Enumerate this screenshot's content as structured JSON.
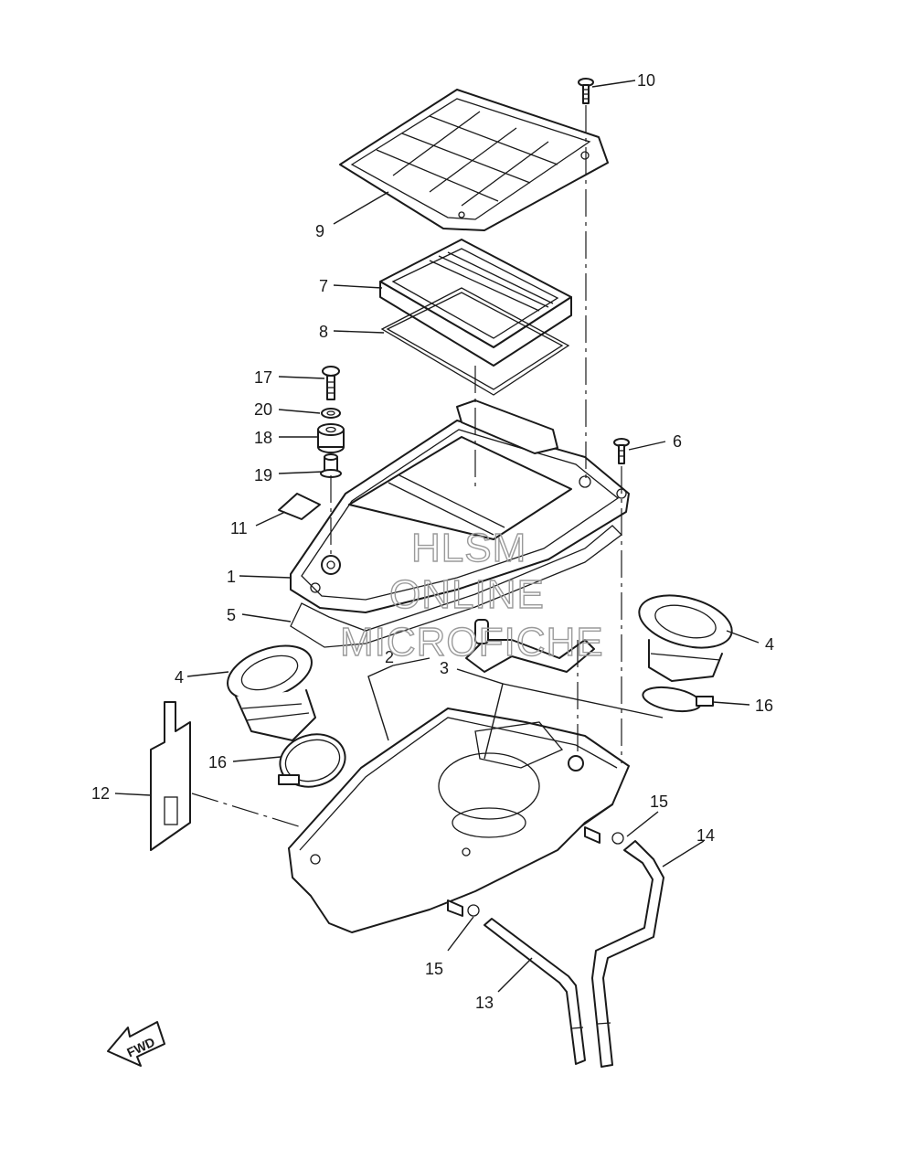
{
  "callouts": {
    "c1": "1",
    "c2": "2",
    "c3": "3",
    "c4a": "4",
    "c4b": "4",
    "c5": "5",
    "c6": "6",
    "c7": "7",
    "c8": "8",
    "c9": "9",
    "c10": "10",
    "c11": "11",
    "c12": "12",
    "c13": "13",
    "c14": "14",
    "c15a": "15",
    "c15b": "15",
    "c16a": "16",
    "c16b": "16",
    "c17": "17",
    "c18": "18",
    "c19": "19",
    "c20": "20"
  },
  "watermark": {
    "line1": "HLSM",
    "line2": "ONLINE",
    "line3": "MICROFICHE"
  },
  "fwd_arrow": {
    "label": "FWD"
  },
  "colors": {
    "ink": "#1a1a1a",
    "watermark": "#9a9a9a",
    "background": "#ffffff"
  }
}
